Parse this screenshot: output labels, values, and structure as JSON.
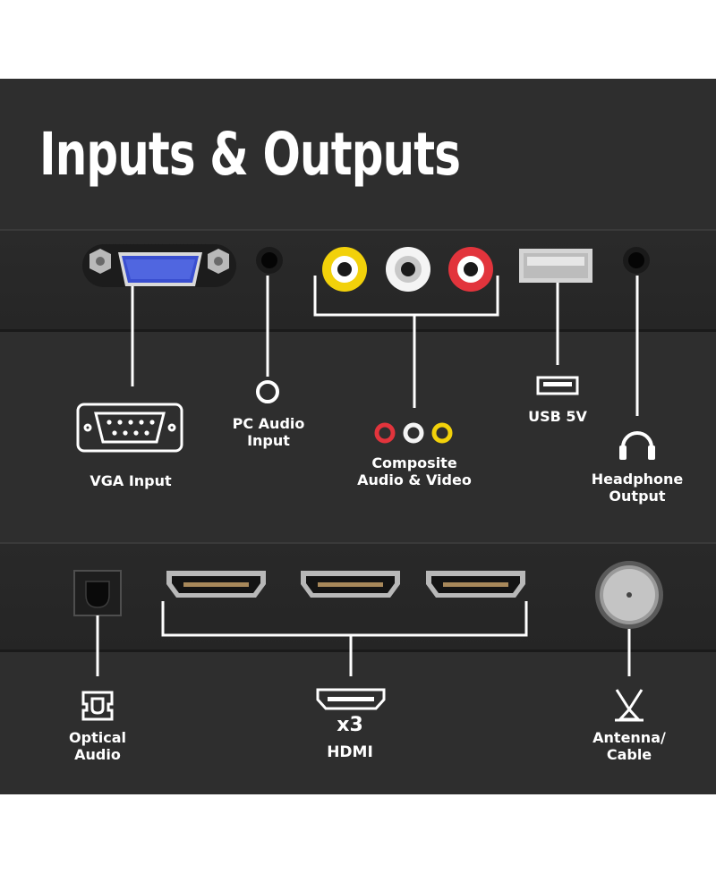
{
  "title": "Inputs & Outputs",
  "labels": {
    "vga": "VGA Input",
    "pc_audio": "PC Audio\nInput",
    "composite": "Composite\nAudio & Video",
    "usb": "USB 5V",
    "headphone": "Headphone\nOutput",
    "optical": "Optical\nAudio",
    "hdmi_count": "x3",
    "hdmi": "HDMI",
    "antenna": "Antenna/\nCable"
  },
  "colors": {
    "panel": "#2e2e2e",
    "vga_port": "#3a4fd0",
    "rca_yellow": "#f2d10a",
    "rca_white": "#f4f4f4",
    "rca_red": "#e2343c"
  },
  "icons": [
    "vga-port-icon",
    "audio-jack-icon",
    "rca-icon",
    "usb-icon",
    "headphone-icon",
    "optical-icon",
    "hdmi-icon",
    "antenna-icon"
  ]
}
